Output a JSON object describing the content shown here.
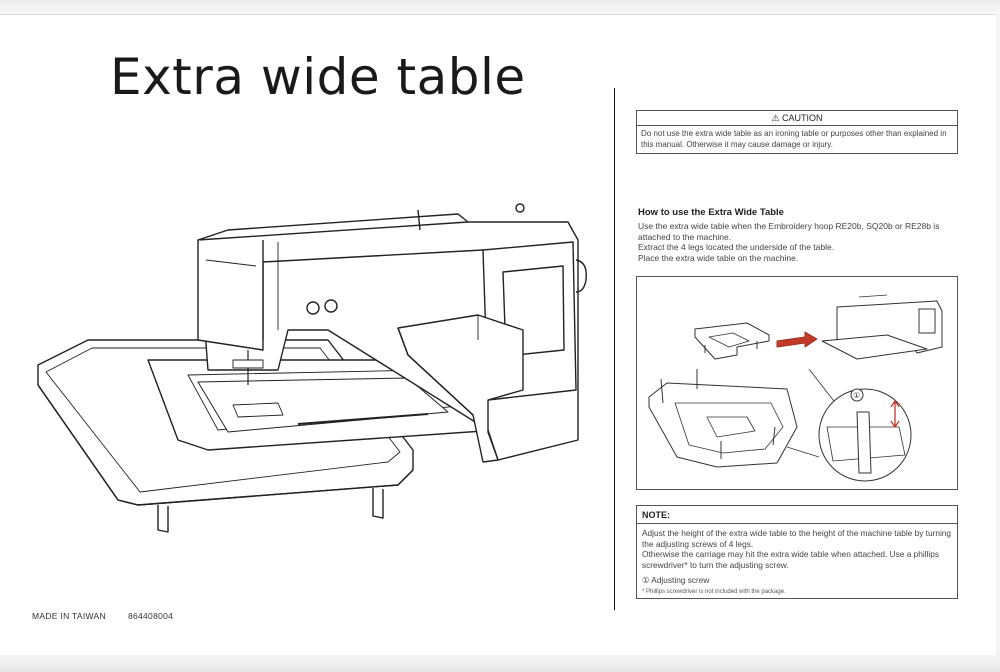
{
  "title": "Extra wide table",
  "footer": {
    "made_in": "MADE IN TAIWAN",
    "code": "864408004"
  },
  "caution": {
    "heading": "⚠ CAUTION",
    "text": "Do not use the extra wide table as an ironing table or purposes other than explained in this manual. Otherwise it may cause damage or injury."
  },
  "howto": {
    "title": "How to use the Extra Wide Table",
    "steps": [
      "Use the extra wide table when the Embroidery hoop RE20b, SQ20b or RE28b is attached to the machine.",
      "Extract the 4 legs located the underside of the table.",
      "Place the extra wide table on the machine."
    ]
  },
  "figure": {
    "callout": "①"
  },
  "note": {
    "heading": "NOTE:",
    "text1": "Adjust the height of the extra wide table to the height of the machine table by turning the adjusting screws of 4 legs.",
    "text2": "Otherwise the carriage may hit the extra wide table when attached. Use a phillips screwdriver* to turn the adjusting screw.",
    "legend": "① Adjusting screw",
    "footnote": "* Phillips screwdriver is not included with the package."
  }
}
